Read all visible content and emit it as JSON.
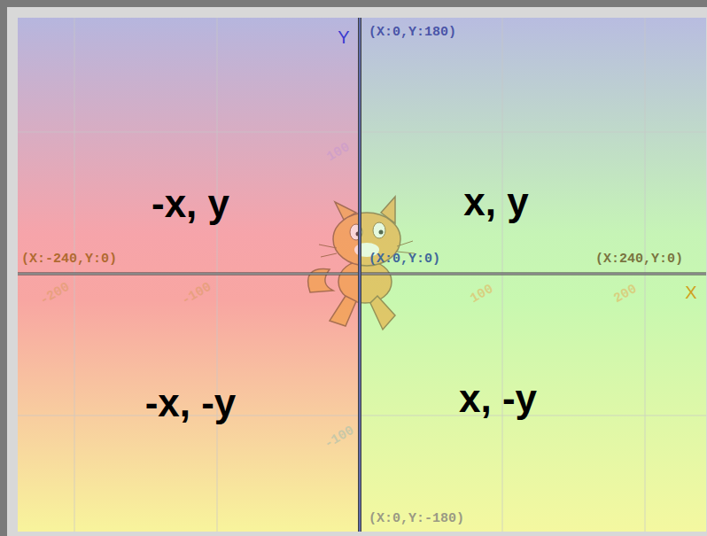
{
  "diagram": {
    "nodes": [
      {
        "text": [
          "-x, y"
        ]
      },
      {
        "text": [
          "x, y"
        ]
      },
      {
        "text": [
          "-x, -y"
        ]
      },
      {
        "text": [
          "x, -y"
        ]
      }
    ],
    "labels": [
      "Y",
      "(X:0,Y:180)",
      "(X:-240,Y:0)",
      "(X:0,Y:0)",
      "(X:240,Y:0)",
      "X",
      "(X:0,Y:-180)",
      "100",
      "-200",
      "-100",
      "100",
      "200",
      "-100"
    ]
  }
}
